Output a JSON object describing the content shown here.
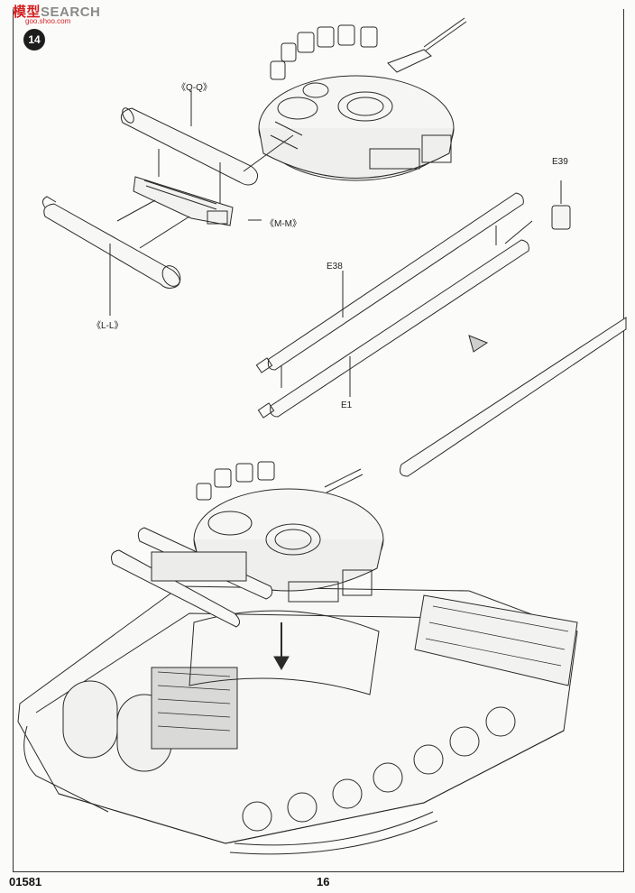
{
  "watermark": {
    "part1": "模型",
    "part2": "SEARCH",
    "url": "goo.shoo.com"
  },
  "step_number": "14",
  "labels": {
    "qq": "《Q-Q》",
    "mm": "《M-M》",
    "ll": "《L-L》",
    "e39": "E39",
    "e38": "E38",
    "e1": "E1"
  },
  "footer": {
    "kit_number": "01581",
    "page_number": "16"
  }
}
